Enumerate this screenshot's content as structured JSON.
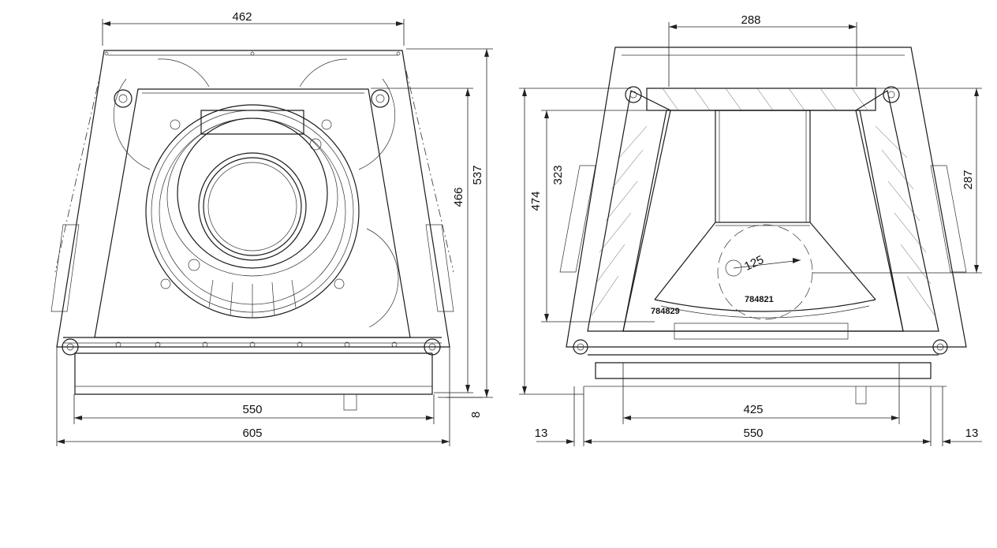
{
  "front_view": {
    "dims": {
      "top_width": "462",
      "total_height": "537",
      "body_height": "466",
      "base_width": "550",
      "overall_width": "605",
      "foot_offset": "8"
    }
  },
  "side_view": {
    "dims": {
      "top_width": "288",
      "total_height": "474",
      "inner_height": "323",
      "right_height": "287",
      "duct_diameter": "125",
      "inner_width": "425",
      "base_width": "550",
      "left_offset": "13",
      "right_offset": "13"
    },
    "part_labels": {
      "part_a": "784821",
      "part_b": "784829"
    }
  }
}
